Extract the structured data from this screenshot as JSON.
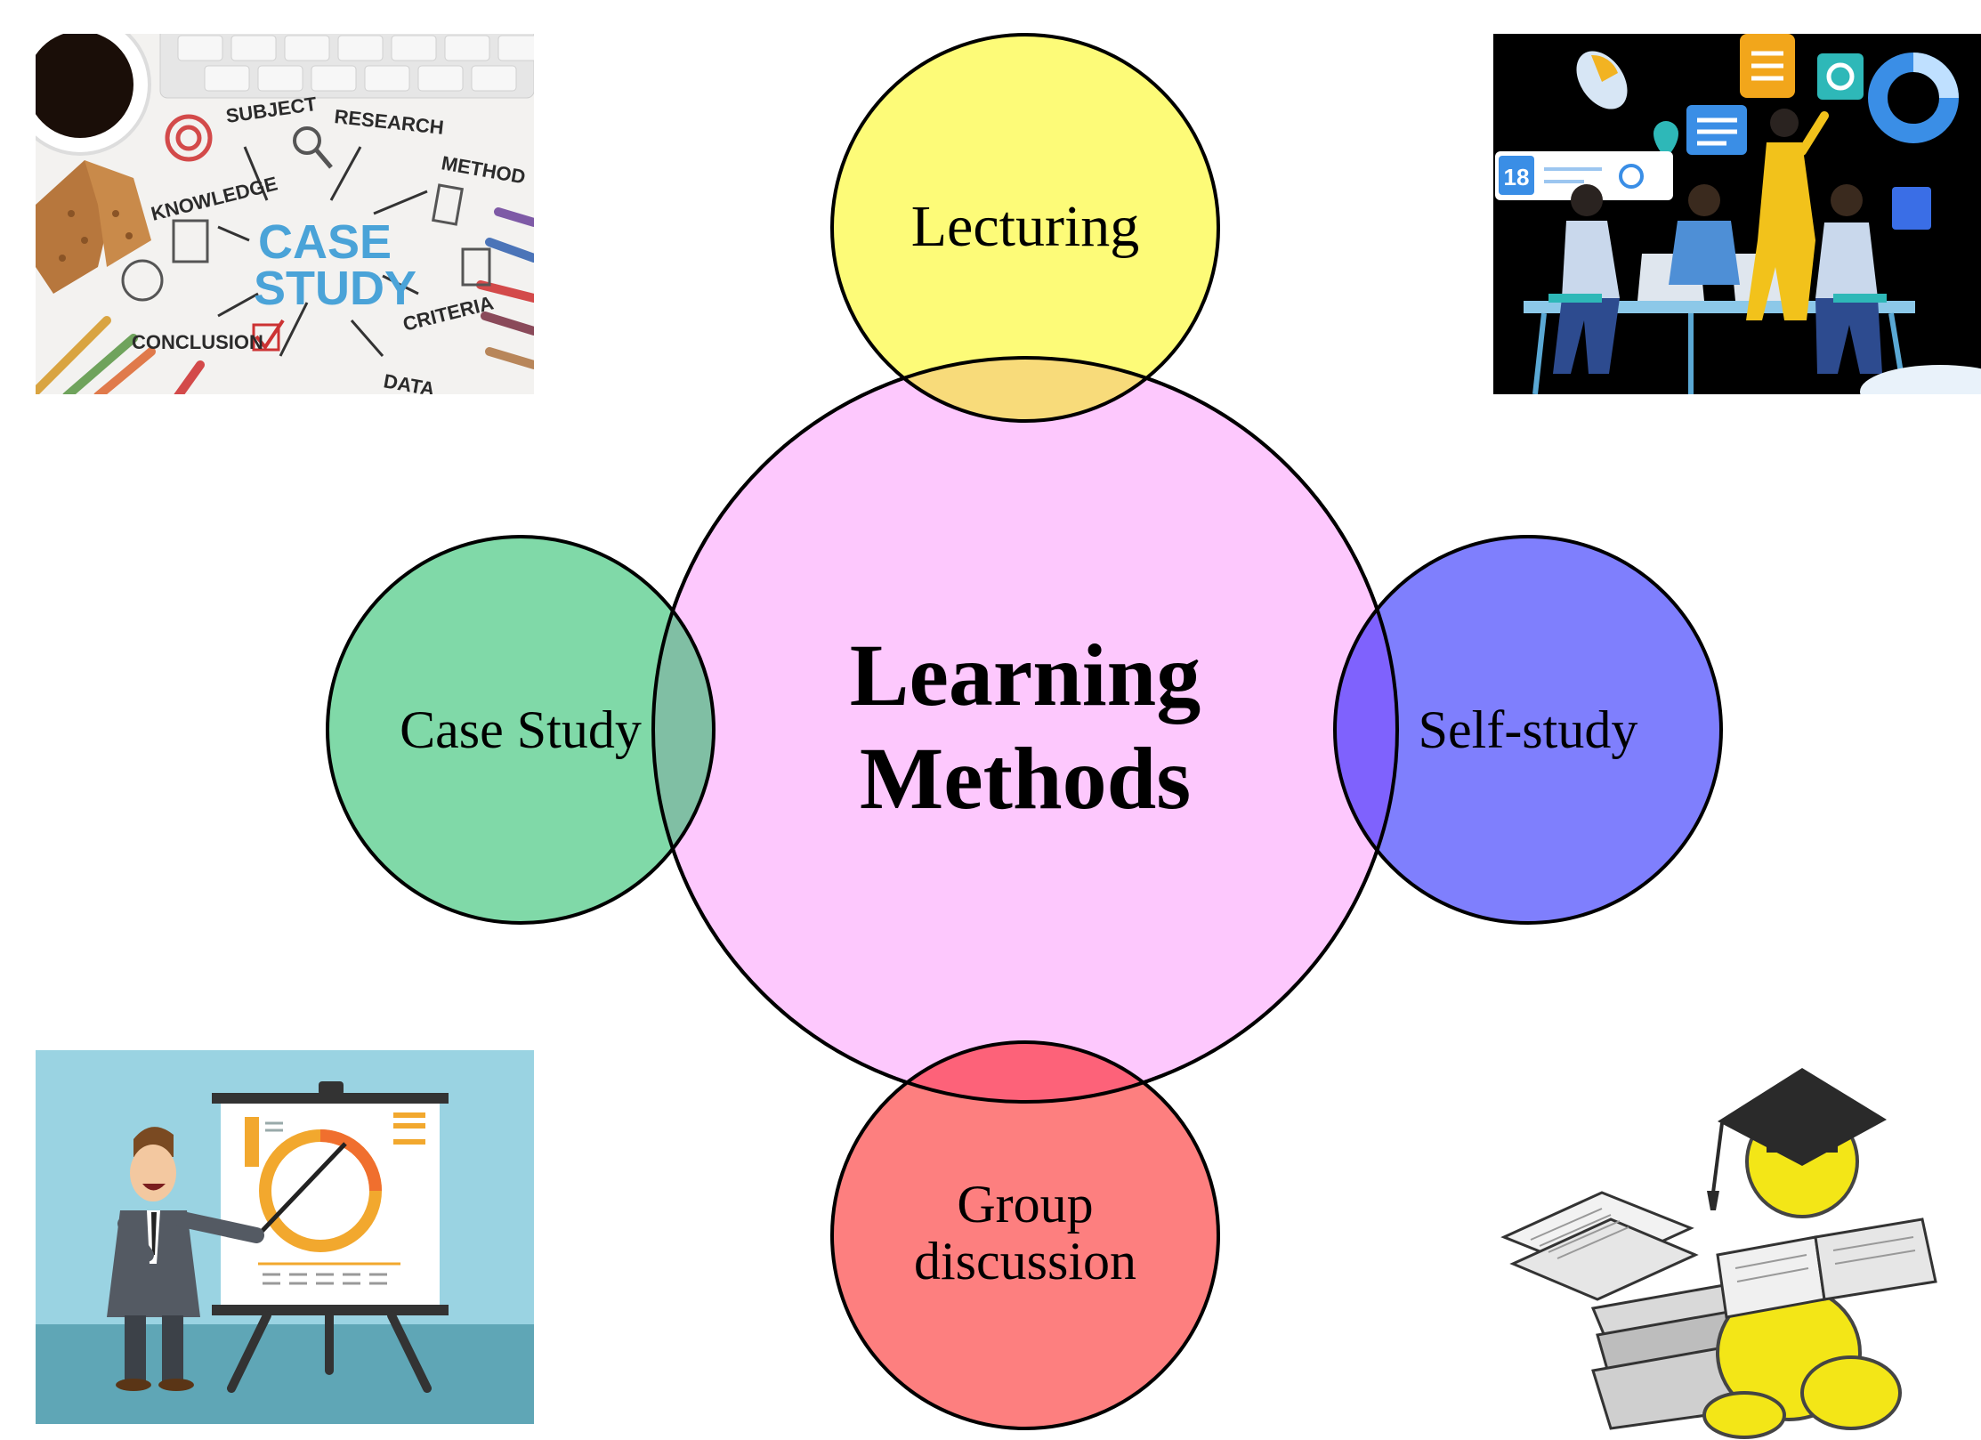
{
  "center": {
    "title_line1": "Learning",
    "title_line2": "Methods",
    "color": "#fdc8fd"
  },
  "methods": [
    {
      "id": "lecturing",
      "line1": "Lecturing",
      "line2": "",
      "color": "#fdfb78",
      "overlap_color": "#f8db7a"
    },
    {
      "id": "case-study",
      "line1": "Case Study",
      "line2": "",
      "color": "#80d9a8",
      "overlap_color": "#80bfa4"
    },
    {
      "id": "self-study",
      "line1": "Self-study",
      "line2": "",
      "color": "#7f7ffd",
      "overlap_color": "#7f62fd"
    },
    {
      "id": "group-discussion",
      "line1": "Group",
      "line2": "discussion",
      "color": "#fd7f7f",
      "overlap_color": "#fd6279"
    }
  ],
  "images": {
    "case_study_card": {
      "title_line1": "CASE",
      "title_line2": "STUDY",
      "keywords": [
        "SUBJECT",
        "RESEARCH",
        "METHOD",
        "KNOWLEDGE",
        "CRITERIA",
        "CONCLUSION",
        "DATA"
      ]
    },
    "team_card": {
      "calendar_number": "18"
    },
    "lecture_card": {},
    "self_study_card": {}
  }
}
